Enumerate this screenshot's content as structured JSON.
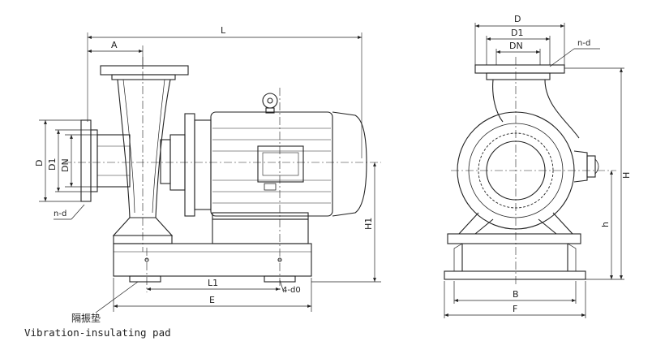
{
  "side_view": {
    "labels": {
      "A": "A",
      "L": "L",
      "D": "D",
      "D1": "D1",
      "DN": "DN",
      "nd": "n-d",
      "H1": "H1",
      "L1": "L1",
      "E": "E",
      "anchor": "4-d0"
    }
  },
  "front_view": {
    "labels": {
      "D": "D",
      "D1": "D1",
      "DN": "DN",
      "nd": "n-d",
      "H": "H",
      "h": "h",
      "B": "B",
      "F": "F"
    }
  },
  "captions": {
    "pad_cn": "隔振垫",
    "pad_en": "Vibration-insulating pad"
  }
}
